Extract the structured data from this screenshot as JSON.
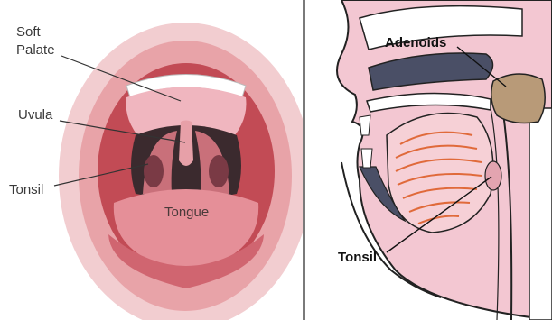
{
  "left_diagram": {
    "labels": {
      "soft_palate_line1": "Soft",
      "soft_palate_line2": "Palate",
      "uvula": "Uvula",
      "tonsil": "Tonsil",
      "tongue": "Tongue"
    }
  },
  "right_diagram": {
    "labels": {
      "adenoids": "Adenoids",
      "tonsil": "Tonsil"
    }
  },
  "colors": {
    "lip_pink": "#e8a3a8",
    "gum_red": "#c24b55",
    "tongue_pink": "#e58f98",
    "throat_dark": "#3b2a2e",
    "muscle_orange": "#e06a3a",
    "tissue_pink": "#f3c7d2",
    "adenoid_tan": "#b89a78",
    "cavity_gray": "#4a4f66"
  }
}
